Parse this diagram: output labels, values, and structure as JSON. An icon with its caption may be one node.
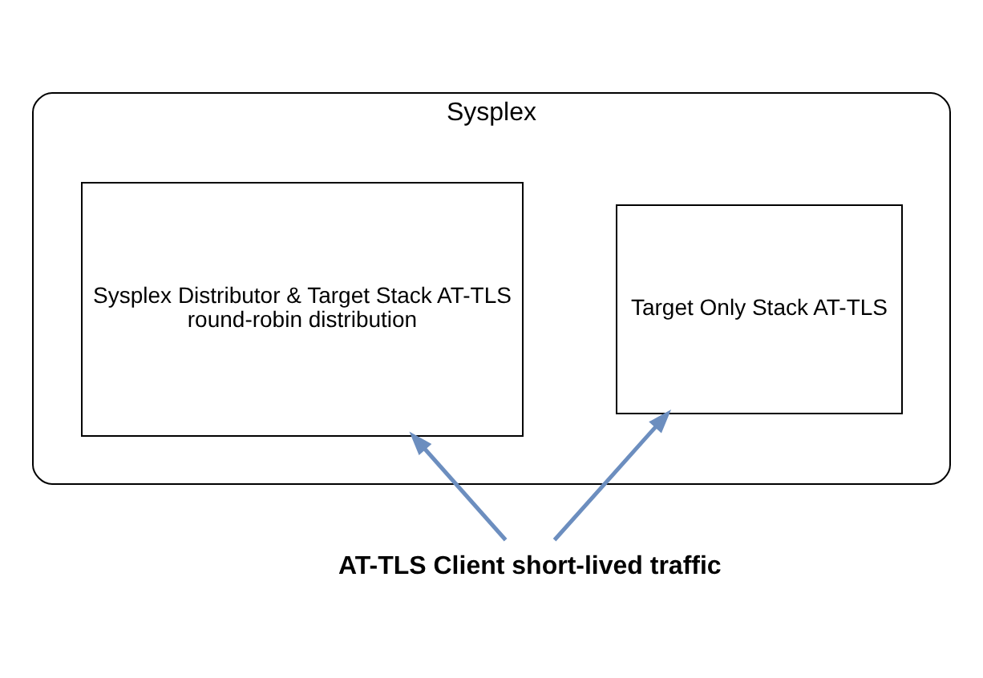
{
  "diagram": {
    "nodes": [
      {
        "text": [
          "Sysplex"
        ]
      },
      {
        "text": [
          "Sysplex Distributor & Target Stack AT-TLS",
          "round-robin distribution"
        ],
        "in": 0
      },
      {
        "text": [
          "Target Only Stack AT-TLS"
        ],
        "in": 0
      },
      {
        "text": [
          "AT-TLS Client short-lived traffic"
        ]
      }
    ],
    "edges": [
      {
        "from": 3,
        "to": 1,
        "arrow": "to"
      },
      {
        "from": 3,
        "to": 2,
        "arrow": "to"
      }
    ]
  }
}
